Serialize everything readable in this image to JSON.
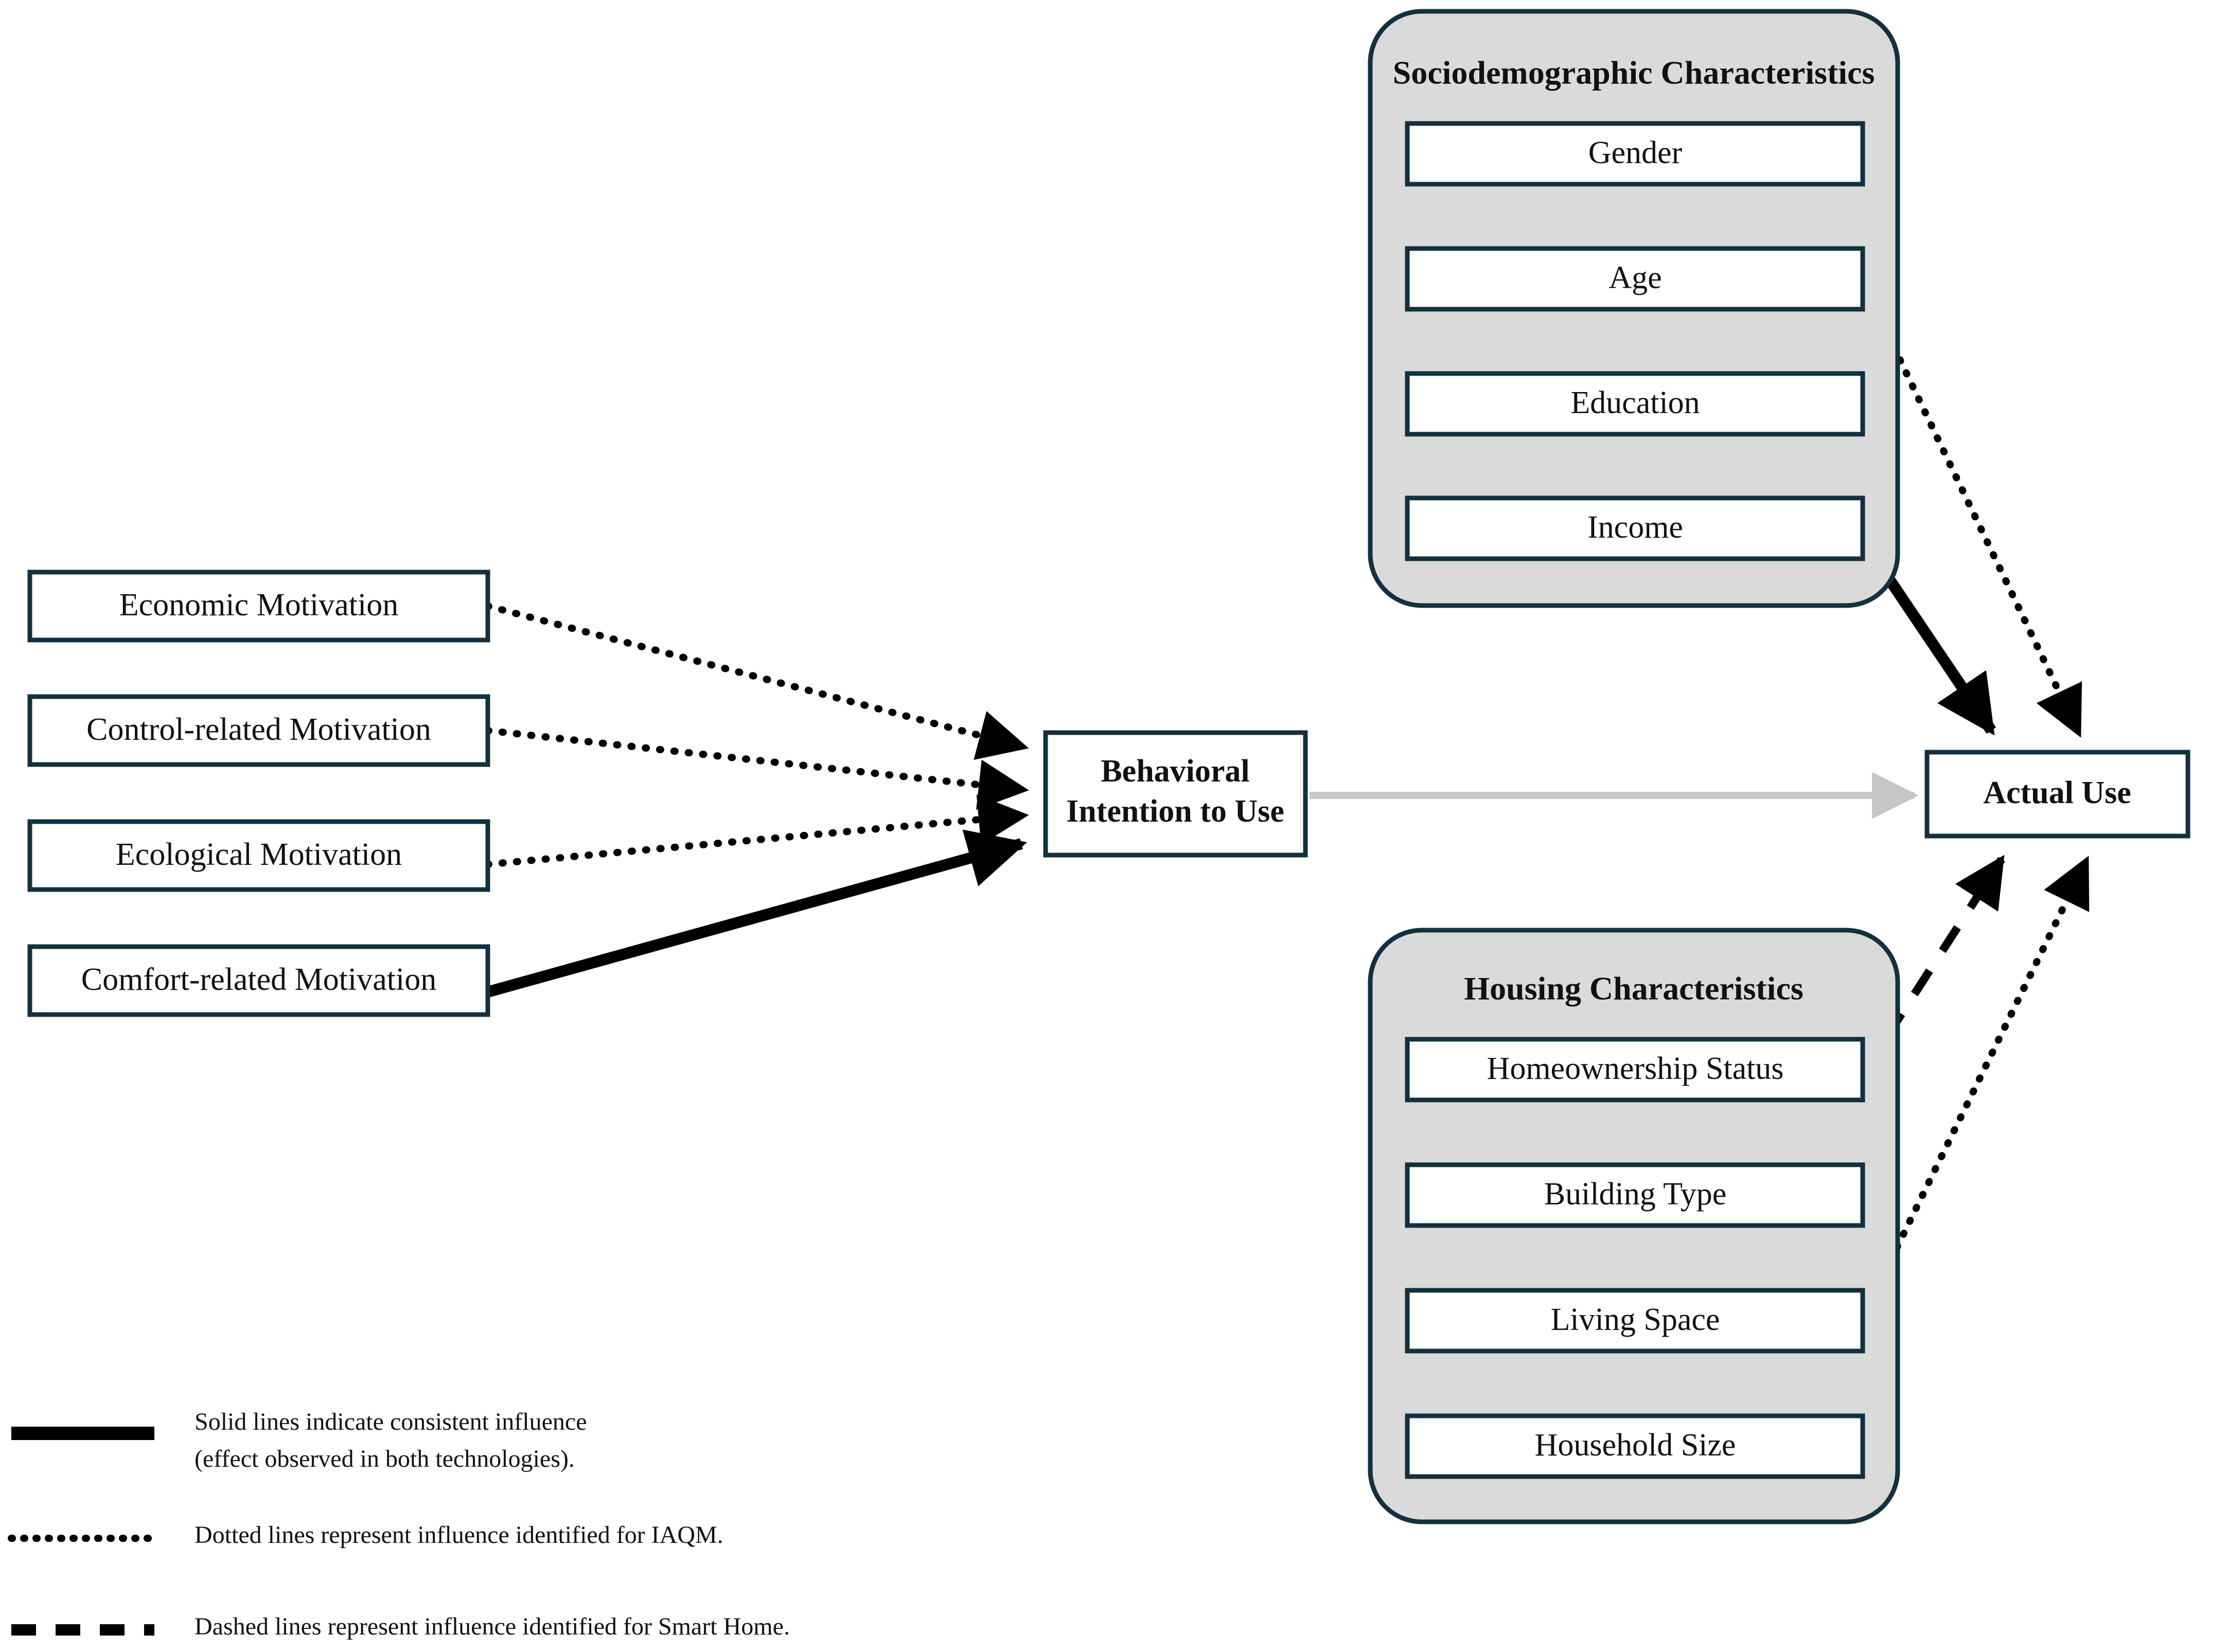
{
  "figure": {
    "kind": "conceptual-model-diagram",
    "colors": {
      "box_border": "#14303f",
      "panel_fill": "#dadada",
      "edge_black": "#000000",
      "edge_gray": "#c6c6c6",
      "background": "#ffffff",
      "text": "#111111"
    }
  },
  "motivations": {
    "items": [
      {
        "label": "Economic Motivation"
      },
      {
        "label": "Control-related Motivation"
      },
      {
        "label": "Ecological Motivation"
      },
      {
        "label": "Comfort-related Motivation"
      }
    ]
  },
  "core": {
    "intention_label_line1": "Behavioral",
    "intention_label_line2": "Intention to Use",
    "actual_use_label": "Actual Use"
  },
  "sociodemographic": {
    "title": "Sociodemographic Characteristics",
    "items": [
      {
        "label": "Gender"
      },
      {
        "label": "Age"
      },
      {
        "label": "Education"
      },
      {
        "label": "Income"
      }
    ]
  },
  "housing": {
    "title": "Housing Characteristics",
    "items": [
      {
        "label": "Homeownership Status"
      },
      {
        "label": "Building Type"
      },
      {
        "label": "Living Space"
      },
      {
        "label": "Household Size"
      }
    ]
  },
  "legend": {
    "items": [
      {
        "style": "solid",
        "line1": "Solid lines indicate consistent influence",
        "line2": "(effect observed in both technologies)."
      },
      {
        "style": "dotted",
        "line1": "Dotted lines represent influence identified for IAQM.",
        "line2": ""
      },
      {
        "style": "dashed",
        "line1": "Dashed lines represent influence identified for Smart Home.",
        "line2": ""
      }
    ]
  },
  "edges": [
    {
      "from": "Economic Motivation",
      "to": "Behavioral Intention to Use",
      "style": "dotted"
    },
    {
      "from": "Control-related Motivation",
      "to": "Behavioral Intention to Use",
      "style": "dotted"
    },
    {
      "from": "Ecological Motivation",
      "to": "Behavioral Intention to Use",
      "style": "dotted"
    },
    {
      "from": "Comfort-related Motivation",
      "to": "Behavioral Intention to Use",
      "style": "solid"
    },
    {
      "from": "Behavioral Intention to Use",
      "to": "Actual Use",
      "style": "gray-solid"
    },
    {
      "from": "Income",
      "to": "Actual Use",
      "style": "solid"
    },
    {
      "from": "Age",
      "to": "Actual Use",
      "style": "dotted"
    },
    {
      "from": "Homeownership Status",
      "to": "Actual Use",
      "style": "dashed"
    },
    {
      "from": "Living Space",
      "to": "Actual Use",
      "style": "dotted"
    }
  ]
}
